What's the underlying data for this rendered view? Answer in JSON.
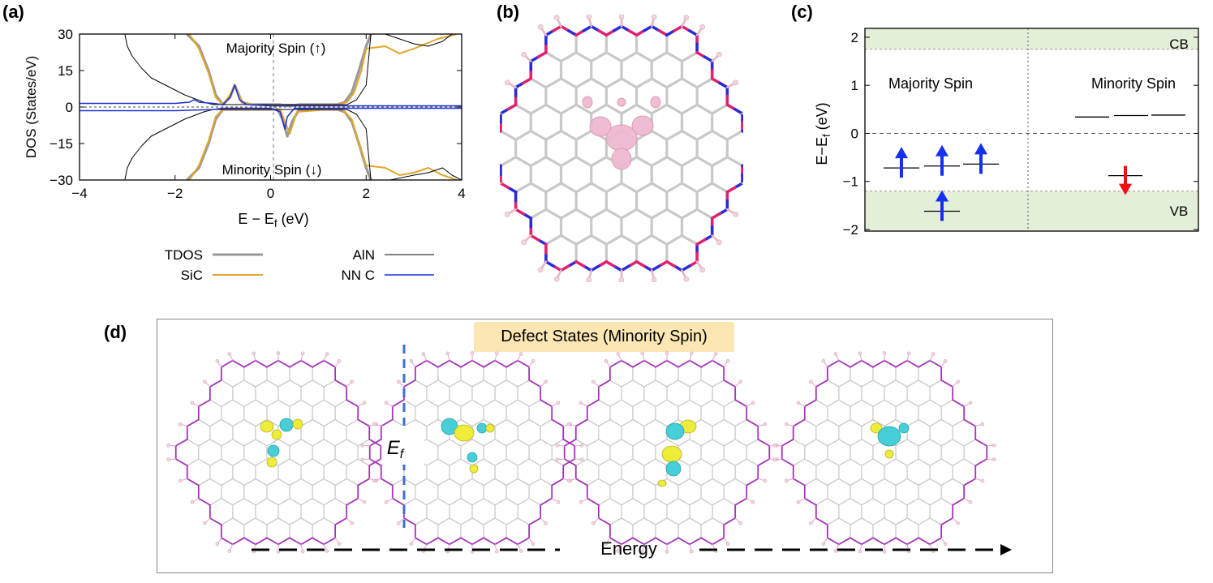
{
  "panels": {
    "a": {
      "label": "(a)",
      "ylabel": "DOS (States/eV)",
      "xlabel_main": "E − E",
      "xlabel_sub": "f",
      "xlabel_unit": " (eV)",
      "majority_label": "Majority Spin (↑)",
      "minority_label": "Minority Spin (↓)",
      "xticks": [
        "−4",
        "−2",
        "0",
        "2",
        "4"
      ],
      "yticks": [
        "30",
        "15",
        "0",
        "−15",
        "−30"
      ],
      "legend": [
        {
          "name": "TDOS",
          "color": "#999999"
        },
        {
          "name": "SiC",
          "color": "#e2a62b"
        },
        {
          "name": "AlN",
          "color": "#000000"
        },
        {
          "name": "NN C",
          "color": "#1b2fd6"
        }
      ]
    },
    "b": {
      "label": "(b)"
    },
    "c": {
      "label": "(c)",
      "ylabel_main": "E−E",
      "ylabel_sub": "f",
      "ylabel_unit": " (eV)",
      "yticks": [
        "2",
        "1",
        "0",
        "−1",
        "−2"
      ],
      "cb_label": "CB",
      "vb_label": "VB",
      "majority_label": "Majority Spin",
      "minority_label": "Minority Spin"
    },
    "d": {
      "label": "(d)",
      "title": "Defect States (Minority Spin)",
      "ef_main": "E",
      "ef_sub": "f",
      "energy_label": "Energy"
    }
  },
  "chart_data": [
    {
      "type": "line",
      "panel": "a",
      "xlabel": "E − Ef (eV)",
      "ylabel": "DOS (States/eV)",
      "xlim": [
        -4,
        4
      ],
      "ylim": [
        -30,
        30
      ],
      "series": [
        {
          "name": "TDOS",
          "color": "#999999",
          "x": [
            -1.75,
            -1.5,
            -1.3,
            -1.15,
            -1.0,
            -0.85,
            -0.75,
            -0.6,
            -0.4,
            0.2,
            0.3,
            0.4,
            0.6,
            1.0,
            1.4,
            1.55,
            1.7,
            1.85,
            2.0,
            2.1
          ],
          "y": [
            30,
            25,
            15,
            5,
            1,
            4,
            9,
            2,
            1,
            1,
            0.5,
            0.5,
            1,
            1,
            1,
            2,
            6,
            15,
            25,
            30
          ]
        },
        {
          "name": "SiC",
          "color": "#e2a62b",
          "x": [
            -1.7,
            -1.5,
            -1.3,
            -1.15,
            -1.0,
            -0.85,
            -0.75,
            -0.6,
            -0.4,
            0.2,
            0.6,
            1.0,
            1.4,
            1.6,
            1.75,
            1.9,
            2.0,
            2.4,
            2.7,
            3.0,
            3.5,
            3.9
          ],
          "y": [
            30,
            24,
            14,
            4,
            1,
            5,
            9,
            2,
            1,
            1,
            1,
            1,
            1,
            2,
            6,
            15,
            24,
            25,
            22,
            24,
            28,
            30
          ]
        },
        {
          "name": "AlN",
          "color": "#000000",
          "x": [
            -3.05,
            -3.0,
            -2.9,
            -2.7,
            -2.5,
            -2.2,
            -2.0,
            -1.8,
            -1.6,
            -1.4,
            -1.2,
            1.6,
            1.8,
            2.0,
            2.1,
            2.4,
            2.7,
            3.0,
            3.3,
            3.6,
            3.8,
            4.0
          ],
          "y": [
            30,
            25,
            21,
            16,
            12,
            9,
            7,
            5,
            3.5,
            2,
            1,
            1,
            3,
            9,
            30,
            30,
            28,
            26,
            25,
            27,
            30,
            30
          ]
        },
        {
          "name": "NN C",
          "color": "#1b2fd6",
          "x": [
            -4.0,
            -3.0,
            -2.0,
            -1.7,
            -1.6,
            -1.5,
            -1.2,
            -1.0,
            -0.85,
            -0.75,
            -0.65,
            -0.5,
            0.0,
            0.5,
            1.0,
            2.0,
            3.0,
            4.0
          ],
          "y": [
            1.5,
            1.5,
            1.5,
            2,
            3,
            2,
            1.5,
            1,
            4,
            9,
            3,
            1,
            0.5,
            0.5,
            0.5,
            0.5,
            0.5,
            0.5
          ]
        }
      ],
      "minority_series": [
        {
          "name": "TDOS",
          "color": "#999999",
          "x": [
            -1.75,
            -1.5,
            -1.3,
            -1.15,
            -1.0,
            0.15,
            0.25,
            0.35,
            0.45,
            0.6,
            1.2,
            1.4,
            1.55,
            1.7,
            1.85,
            2.0,
            2.1
          ],
          "y": [
            -30,
            -25,
            -15,
            -5,
            -1,
            -1,
            -5,
            -12,
            -6,
            -1,
            -1,
            -1,
            -2,
            -6,
            -15,
            -25,
            -30
          ]
        },
        {
          "name": "SiC",
          "color": "#e2a62b",
          "x": [
            -1.7,
            -1.5,
            -1.3,
            -1.15,
            -1.0,
            0.2,
            0.3,
            0.4,
            0.55,
            1.2,
            1.5,
            1.7,
            1.85,
            2.0,
            2.4,
            2.7,
            3.0,
            3.3,
            3.6,
            3.9
          ],
          "y": [
            -30,
            -24,
            -14,
            -4,
            -1,
            -1,
            -6,
            -11,
            -2,
            -1,
            -1,
            -5,
            -15,
            -24,
            -25,
            -28,
            -27,
            -25,
            -28,
            -30
          ]
        },
        {
          "name": "AlN",
          "color": "#000000",
          "x": [
            -3.05,
            -3.0,
            -2.9,
            -2.7,
            -2.5,
            -2.2,
            -2.0,
            -1.8,
            -1.6,
            -1.4,
            -1.2,
            1.6,
            1.8,
            2.0,
            2.1,
            2.5,
            3.0,
            3.3,
            3.6,
            3.8,
            4.0
          ],
          "y": [
            -30,
            -25,
            -21,
            -16,
            -12,
            -9,
            -7,
            -5,
            -3.5,
            -2,
            -1,
            -1,
            -3,
            -9,
            -30,
            -30,
            -28,
            -27,
            -25,
            -28,
            -30
          ]
        },
        {
          "name": "NN C",
          "color": "#1b2fd6",
          "x": [
            -4.0,
            -3.0,
            -2.0,
            -1.5,
            -1.2,
            -1.0,
            0.0,
            0.2,
            0.3,
            0.35,
            0.5,
            1.0,
            2.0,
            3.0,
            4.0
          ],
          "y": [
            -1.5,
            -1.5,
            -1.5,
            -1.2,
            -1,
            -0.5,
            -0.5,
            -2,
            -9,
            -4,
            -0.5,
            -0.5,
            -0.5,
            -0.5,
            -0.5
          ]
        }
      ]
    },
    {
      "type": "scatter",
      "panel": "c",
      "ylabel": "E−Ef (eV)",
      "ylim": [
        -2,
        2.15
      ],
      "cb_min": 1.75,
      "vb_max": -1.2,
      "levels": [
        {
          "channel": "majority",
          "energy": -0.72,
          "occupied": true
        },
        {
          "channel": "majority",
          "energy": -0.68,
          "occupied": true
        },
        {
          "channel": "majority",
          "energy": -0.64,
          "occupied": true
        },
        {
          "channel": "majority",
          "energy": -1.62,
          "occupied": true
        },
        {
          "channel": "minority",
          "energy": 0.34,
          "occupied": false
        },
        {
          "channel": "minority",
          "energy": 0.37,
          "occupied": false
        },
        {
          "channel": "minority",
          "energy": 0.38,
          "occupied": false
        },
        {
          "channel": "minority",
          "energy": -0.88,
          "occupied": true
        }
      ]
    }
  ]
}
